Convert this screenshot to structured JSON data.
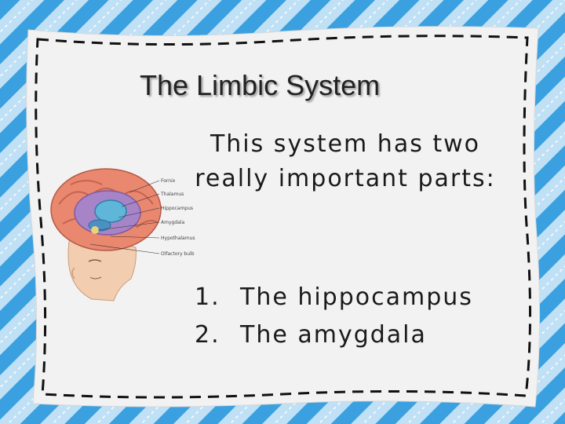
{
  "slide": {
    "title": "The Limbic System",
    "intro": "This system has two really important parts:",
    "parts": [
      {
        "num": "1.",
        "text": "The hippocampus"
      },
      {
        "num": "2.",
        "text": "The amygdala"
      }
    ]
  },
  "illustration": {
    "labels": [
      "Fornix",
      "Thalamus",
      "Hippocampus",
      "Amygdala",
      "Hypothalamus",
      "Olfactory bulb"
    ]
  },
  "colors": {
    "stripe_light": "#bfe0f5",
    "stripe_dark": "#3aa0e0",
    "card_bg": "#f2f2f2",
    "dash": "#111111"
  }
}
